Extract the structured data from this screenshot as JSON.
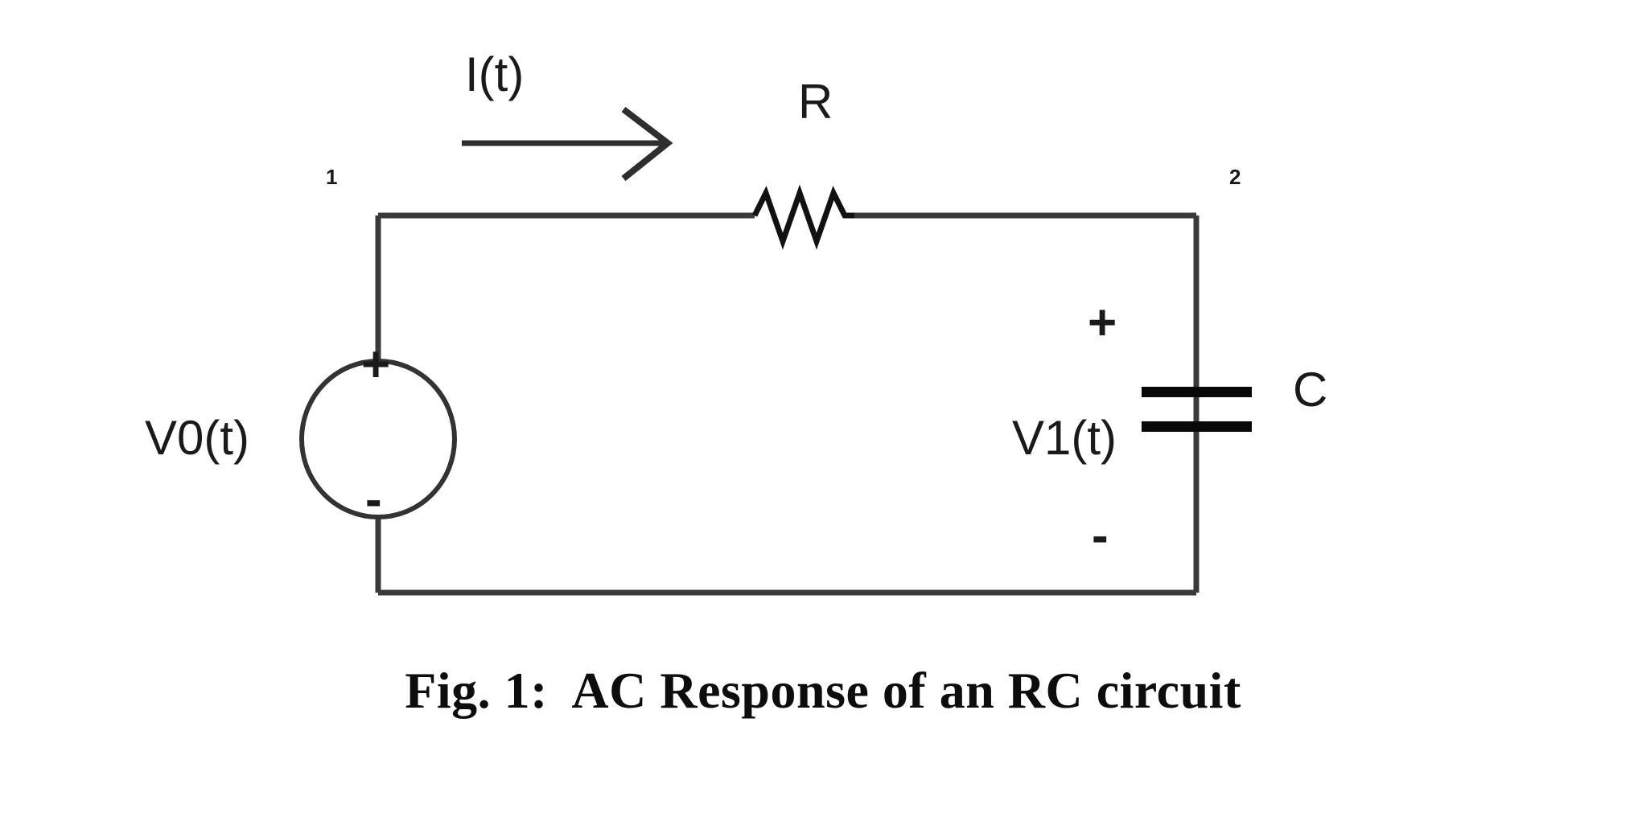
{
  "figure": {
    "caption": "Fig. 1:  AC Response of an RC circuit",
    "background_color": "#ffffff",
    "line_color": "#3a3a3a",
    "text_color": "#1a1a1a"
  },
  "circuit": {
    "type": "RC series circuit (AC response)",
    "nodes": [
      {
        "label": "1",
        "position": "top-left"
      },
      {
        "label": "2",
        "position": "top-right"
      }
    ],
    "current": {
      "label": "I(t)",
      "direction": "left-to-right"
    },
    "source": {
      "label": "V0(t)",
      "symbol": "circle",
      "plus": "+",
      "minus": "-"
    },
    "resistor": {
      "label": "R",
      "symbol": "zigzag"
    },
    "capacitor": {
      "label": "C",
      "symbol": "parallel-plates",
      "voltage_label": "V1(t)",
      "plus": "+",
      "minus": "-"
    }
  }
}
